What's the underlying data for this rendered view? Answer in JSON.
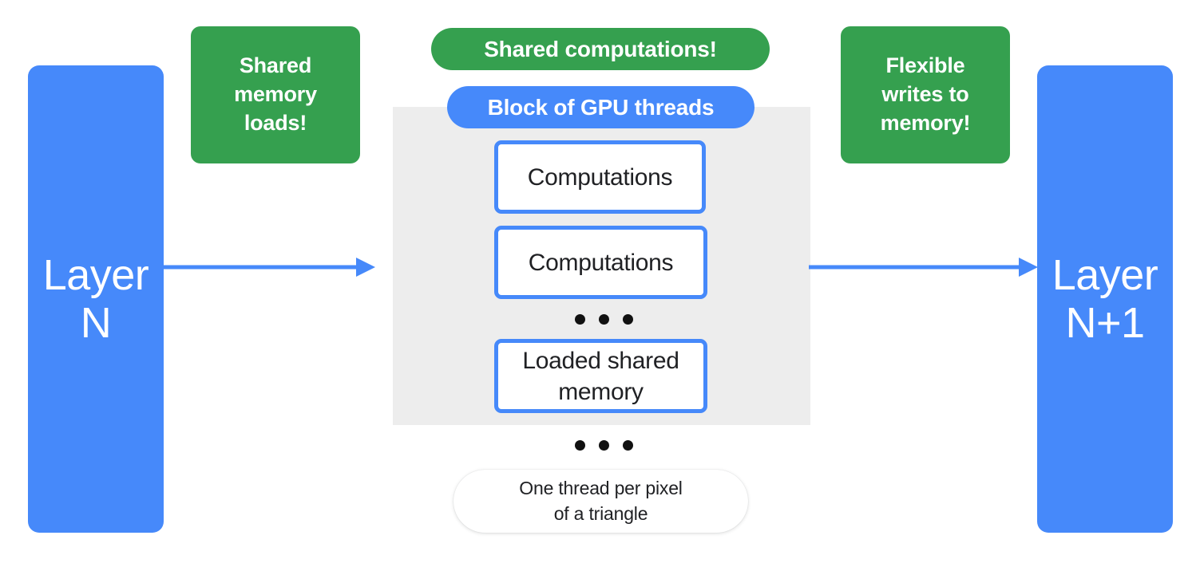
{
  "diagram": {
    "title": "GPU thread block shared memory dataflow",
    "colors": {
      "blue": "#4689FA",
      "green": "#35A04F",
      "gray_block": "#EDEDED",
      "white": "#FFFFFF",
      "text_dark": "#202124",
      "dot": "#111111"
    }
  },
  "layers": {
    "input": {
      "label": "Layer\nN"
    },
    "output": {
      "label": "Layer\nN+1"
    }
  },
  "callouts": {
    "left": {
      "label": "Shared\nmemory\nloads!"
    },
    "right": {
      "label": "Flexible\nwrites to\nmemory!"
    }
  },
  "pills": {
    "shared_computations": {
      "label": "Shared computations!"
    },
    "block_of_threads": {
      "label": "Block of GPU threads"
    },
    "one_thread": {
      "label": "One thread per pixel\nof a triangle"
    }
  },
  "thread_boxes": [
    {
      "label": "Computations"
    },
    {
      "label": "Computations"
    },
    {
      "label": "Loaded shared\nmemory"
    }
  ],
  "ellipses": {
    "inner": {
      "name": "more-threads-ellipsis",
      "dot_count": 3
    },
    "outer": {
      "name": "more-blocks-ellipsis",
      "dot_count": 3
    }
  },
  "arrows": {
    "left": {
      "name": "arrow-layer-n-to-block",
      "direction": "right"
    },
    "right": {
      "name": "arrow-block-to-layer-n-plus-1",
      "direction": "right"
    }
  }
}
